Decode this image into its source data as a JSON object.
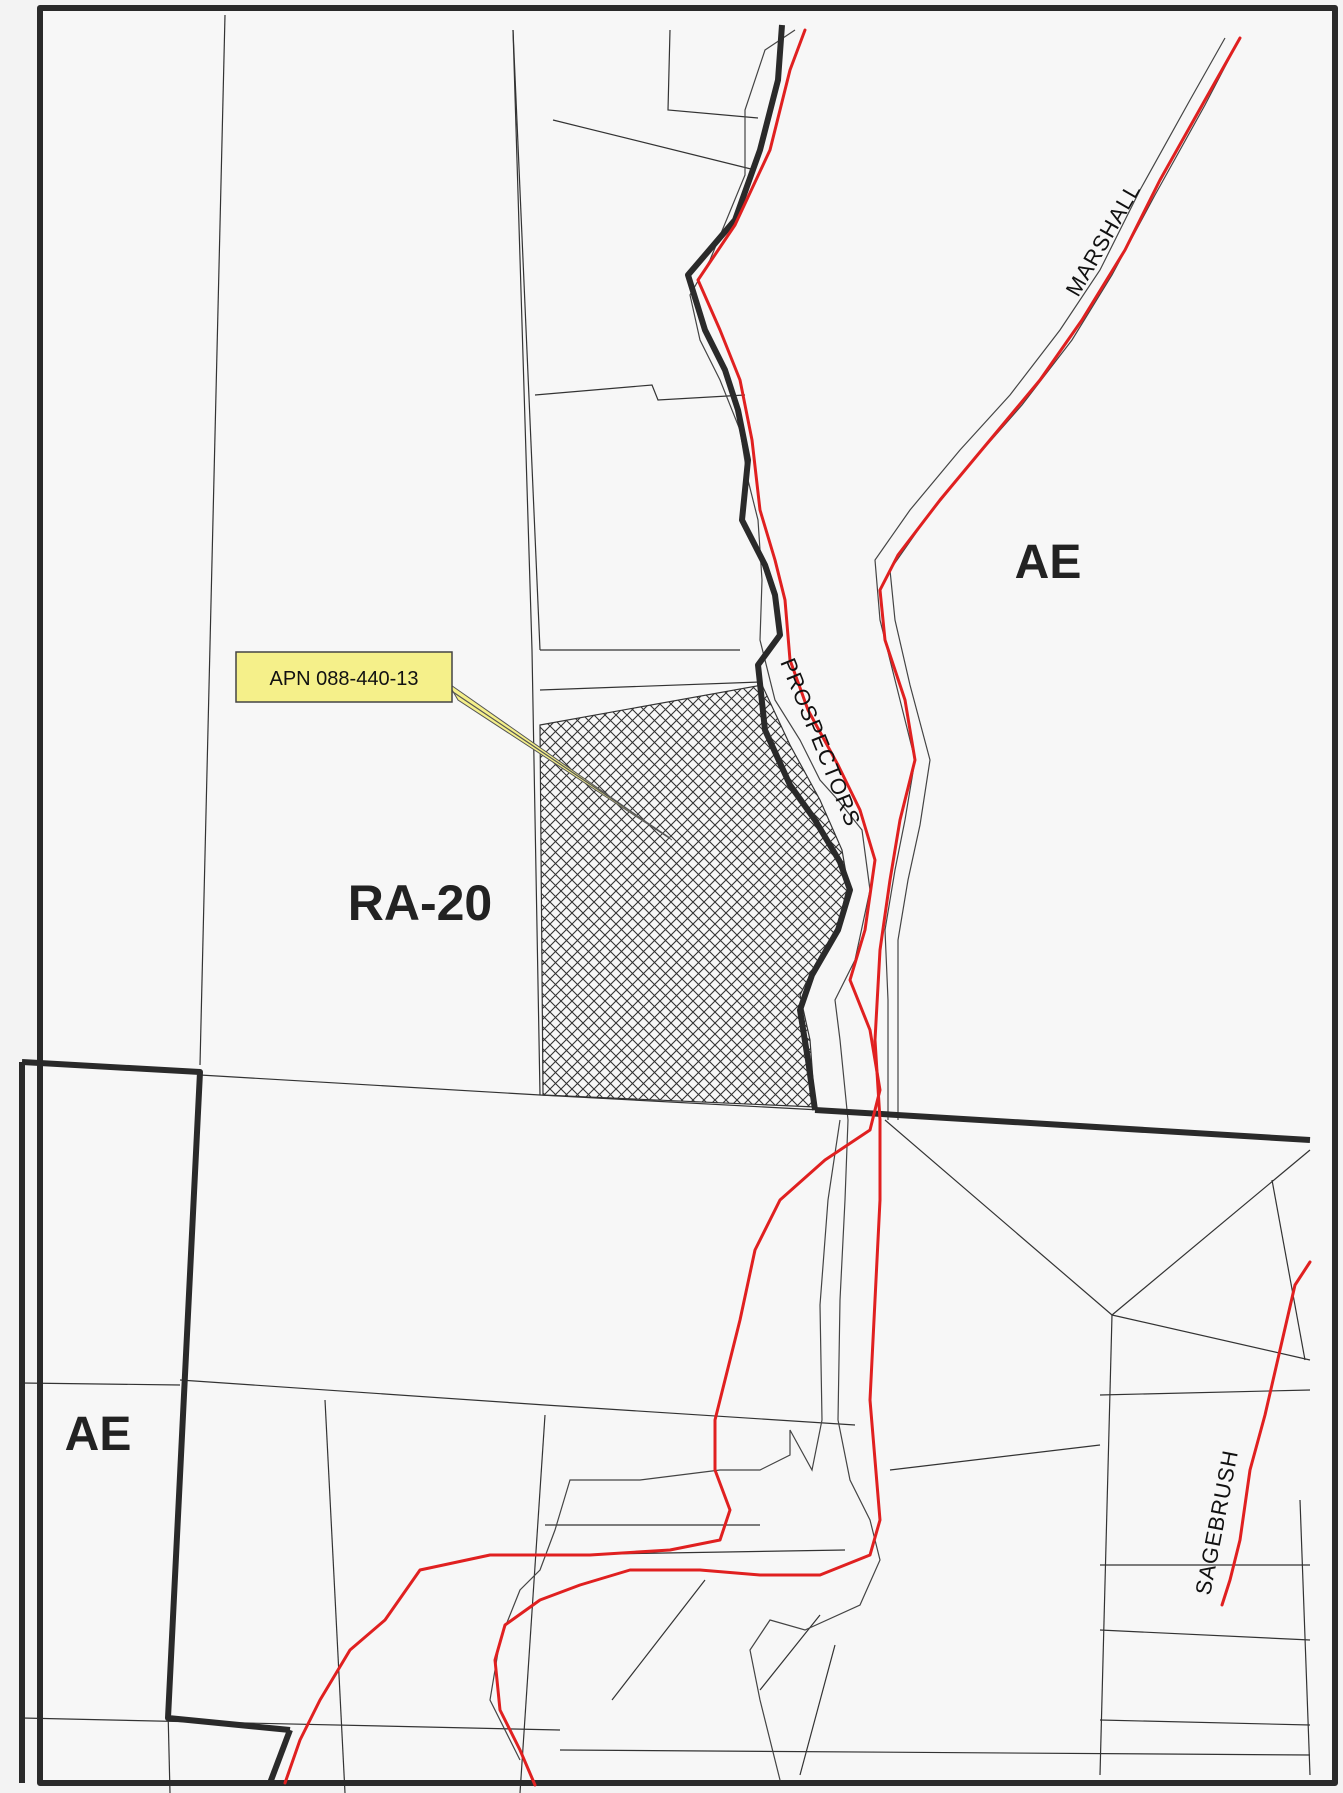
{
  "map": {
    "zones": {
      "ra20": "RA-20",
      "ae_east": "AE",
      "ae_southwest": "AE"
    },
    "roads": {
      "prospectors": "PROSPECTORS",
      "marshall": "MARSHALL",
      "sagebrush": "SAGEBRUSH"
    },
    "parcel_callout": {
      "label": "APN 088-440-13"
    },
    "colors": {
      "road": "#e02020",
      "zone_boundary": "#2a2a2a",
      "callout_fill": "#f5f08a",
      "background": "#f3f3f3"
    }
  }
}
